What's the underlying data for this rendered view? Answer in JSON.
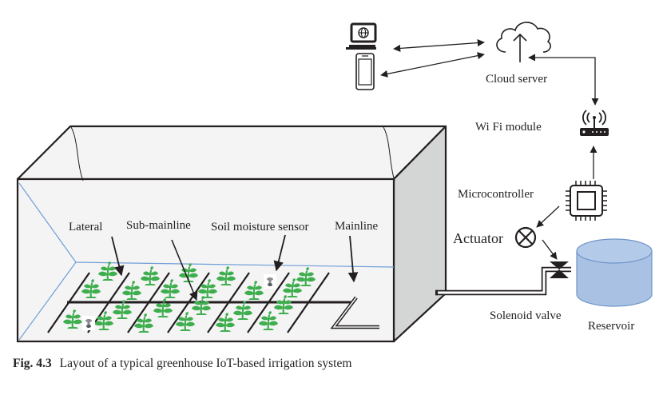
{
  "figure": {
    "caption_label": "Fig. 4.3",
    "caption_text": "Layout of a typical greenhouse IoT-based irrigation system"
  },
  "labels": {
    "cloud_server": "Cloud server",
    "wifi_module": "Wi Fi module",
    "microcontroller": "Microcontroller",
    "actuator": "Actuator",
    "solenoid_valve": "Solenoid valve",
    "reservoir": "Reservoir",
    "lateral": "Lateral",
    "sub_mainline": "Sub-mainline",
    "soil_moisture_sensor": "Soil moisture sensor",
    "mainline": "Mainline"
  },
  "icons": {
    "laptop": "laptop-globe-icon",
    "phone": "smartphone-icon",
    "cloud": "cloud-upload-icon",
    "router": "wifi-router-icon",
    "chip": "microcontroller-chip-icon",
    "actuator": "actuator-cross-circle-icon",
    "valve": "solenoid-valve-icon",
    "tank": "reservoir-cylinder-icon",
    "plant": "plant-seedling-icon",
    "sensor": "soil-sensor-icon"
  },
  "colors": {
    "plant_green": "#3fae4f",
    "reservoir_fill": "#a9c2e4",
    "reservoir_stroke": "#6f95c9",
    "greenhouse_face": "#f4f4f4",
    "greenhouse_side": "#d4d6d6",
    "floor_line": "#6f9fd8",
    "line": "#231f20"
  }
}
